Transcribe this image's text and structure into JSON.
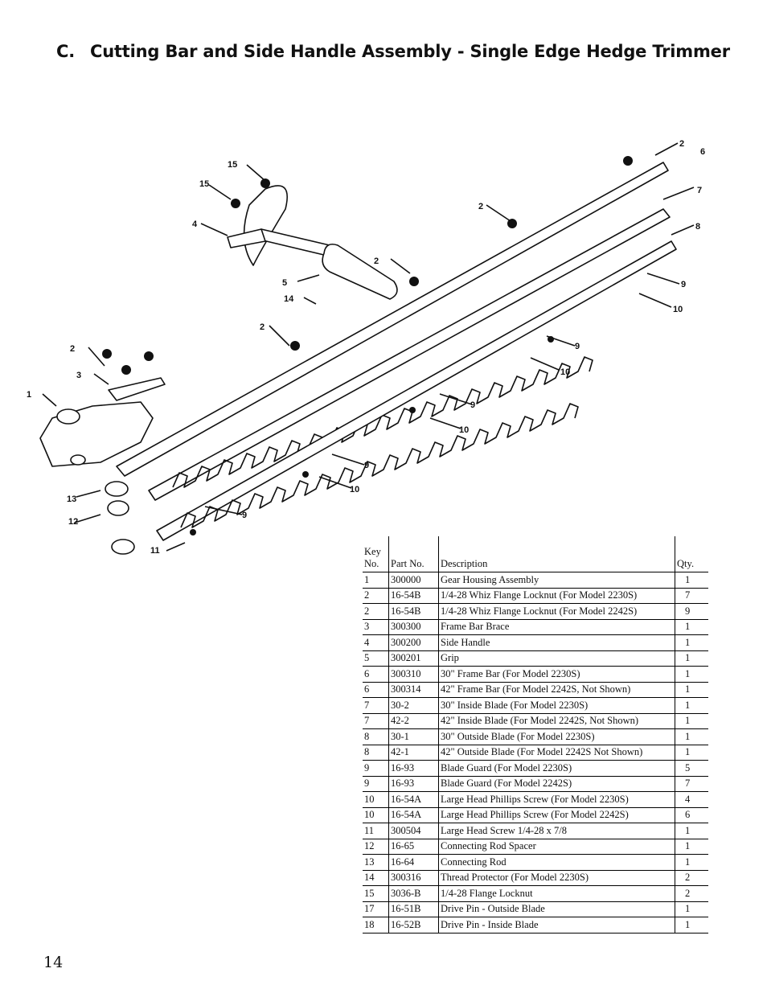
{
  "header": {
    "letter": "C.",
    "title": "Cutting Bar and Side Handle Assembly - Single Edge Hedge Trimmer"
  },
  "diagram": {
    "callouts": [
      "1",
      "2",
      "2",
      "2",
      "2",
      "2",
      "3",
      "4",
      "5",
      "6",
      "7",
      "8",
      "9",
      "9",
      "9",
      "9",
      "9",
      "10",
      "10",
      "10",
      "10",
      "11",
      "12",
      "13",
      "14",
      "15",
      "15"
    ]
  },
  "table": {
    "headers": {
      "key": "Key\nNo.",
      "part": "Part No.",
      "description": "Description",
      "qty": "Qty."
    },
    "rows": [
      {
        "key": "1",
        "part": "300000",
        "description": "Gear Housing Assembly",
        "qty": "1"
      },
      {
        "key": "2",
        "part": "16-54B",
        "description": "1/4-28 Whiz Flange Locknut (For Model 2230S)",
        "qty": "7"
      },
      {
        "key": "2",
        "part": "16-54B",
        "description": "1/4-28 Whiz Flange Locknut (For Model 2242S)",
        "qty": "9"
      },
      {
        "key": "3",
        "part": "300300",
        "description": "Frame Bar Brace",
        "qty": "1"
      },
      {
        "key": "4",
        "part": "300200",
        "description": "Side Handle",
        "qty": "1"
      },
      {
        "key": "5",
        "part": "300201",
        "description": "Grip",
        "qty": "1"
      },
      {
        "key": "6",
        "part": "300310",
        "description": "30\" Frame Bar (For Model 2230S)",
        "qty": "1"
      },
      {
        "key": "6",
        "part": "300314",
        "description": "42\" Frame Bar (For Model 2242S, Not Shown)",
        "qty": "1"
      },
      {
        "key": "7",
        "part": "30-2",
        "description": "30\" Inside Blade (For Model 2230S)",
        "qty": "1"
      },
      {
        "key": "7",
        "part": "42-2",
        "description": "42\" Inside Blade (For Model 2242S, Not Shown)",
        "qty": "1"
      },
      {
        "key": "8",
        "part": "30-1",
        "description": "30\" Outside Blade (For Model 2230S)",
        "qty": "1"
      },
      {
        "key": "8",
        "part": "42-1",
        "description": "42\" Outside Blade (For Model 2242S Not Shown)",
        "qty": "1"
      },
      {
        "key": "9",
        "part": "16-93",
        "description": "Blade Guard (For Model 2230S)",
        "qty": "5"
      },
      {
        "key": "9",
        "part": "16-93",
        "description": "Blade Guard (For Model 2242S)",
        "qty": "7"
      },
      {
        "key": "10",
        "part": "16-54A",
        "description": "Large Head Phillips Screw (For Model 2230S)",
        "qty": "4"
      },
      {
        "key": "10",
        "part": "16-54A",
        "description": "Large Head Phillips Screw (For Model 2242S)",
        "qty": "6"
      },
      {
        "key": "11",
        "part": "300504",
        "description": "Large Head Screw 1/4-28 x 7/8",
        "qty": "1"
      },
      {
        "key": "12",
        "part": "16-65",
        "description": "Connecting Rod Spacer",
        "qty": "1"
      },
      {
        "key": "13",
        "part": "16-64",
        "description": "Connecting Rod",
        "qty": "1"
      },
      {
        "key": "14",
        "part": "300316",
        "description": "Thread Protector (For Model 2230S)",
        "qty": "2"
      },
      {
        "key": "15",
        "part": "3036-B",
        "description": "1/4-28 Flange Locknut",
        "qty": "2"
      },
      {
        "key": "17",
        "part": "16-51B",
        "description": "Drive Pin - Outside Blade",
        "qty": "1"
      },
      {
        "key": "18",
        "part": "16-52B",
        "description": "Drive Pin - Inside Blade",
        "qty": "1"
      }
    ]
  },
  "page_number": "14"
}
